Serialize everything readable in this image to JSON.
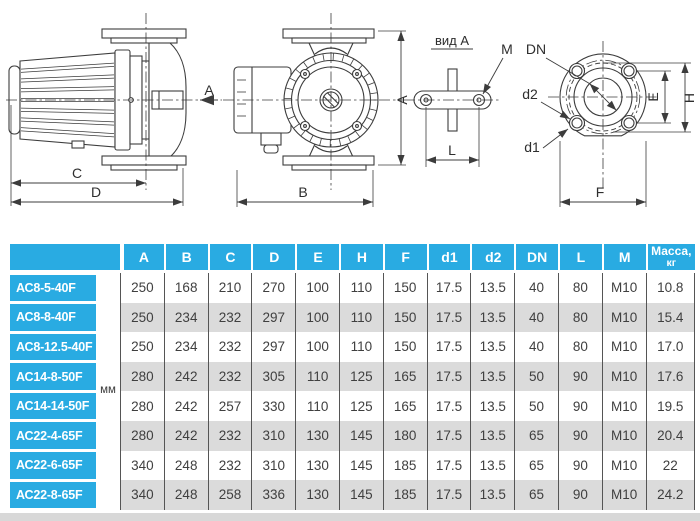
{
  "drawings": {
    "side_view": {
      "dim_c": "C",
      "dim_d": "D",
      "view_arrow": "A"
    },
    "front_view": {
      "dim_a": "A",
      "dim_b": "B"
    },
    "view_a": {
      "title": "вид A",
      "bolt_label": "M",
      "dim_l": "L"
    },
    "flange_view": {
      "bore_label": "DN",
      "hole_label_d2": "d2",
      "hole_label_d1": "d1",
      "dim_e": "E",
      "dim_h": "H",
      "dim_f": "F"
    }
  },
  "table": {
    "unit": "мм",
    "columns": [
      "A",
      "B",
      "C",
      "D",
      "E",
      "H",
      "F",
      "d1",
      "d2",
      "DN",
      "L",
      "M"
    ],
    "mass_column": {
      "line1": "Масса,",
      "line2": "кг"
    },
    "rows": [
      {
        "model": "АС8-5-40F",
        "values": [
          "250",
          "168",
          "210",
          "270",
          "100",
          "110",
          "150",
          "17.5",
          "13.5",
          "40",
          "80",
          "M10",
          "10.8"
        ]
      },
      {
        "model": "АС8-8-40F",
        "values": [
          "250",
          "234",
          "232",
          "297",
          "100",
          "110",
          "150",
          "17.5",
          "13.5",
          "40",
          "80",
          "M10",
          "15.4"
        ]
      },
      {
        "model": "АС8-12.5-40F",
        "values": [
          "250",
          "234",
          "232",
          "297",
          "100",
          "110",
          "150",
          "17.5",
          "13.5",
          "40",
          "80",
          "M10",
          "17.0"
        ]
      },
      {
        "model": "АС14-8-50F",
        "values": [
          "280",
          "242",
          "232",
          "305",
          "110",
          "125",
          "165",
          "17.5",
          "13.5",
          "50",
          "90",
          "M10",
          "17.6"
        ]
      },
      {
        "model": "АС14-14-50F",
        "values": [
          "280",
          "242",
          "257",
          "330",
          "110",
          "125",
          "165",
          "17.5",
          "13.5",
          "50",
          "90",
          "M10",
          "19.5"
        ]
      },
      {
        "model": "АС22-4-65F",
        "values": [
          "280",
          "242",
          "232",
          "310",
          "130",
          "145",
          "180",
          "17.5",
          "13.5",
          "65",
          "90",
          "M10",
          "20.4"
        ]
      },
      {
        "model": "АС22-6-65F",
        "values": [
          "340",
          "248",
          "232",
          "310",
          "130",
          "145",
          "185",
          "17.5",
          "13.5",
          "65",
          "90",
          "M10",
          "22"
        ]
      },
      {
        "model": "АС22-8-65F",
        "values": [
          "340",
          "248",
          "258",
          "336",
          "130",
          "145",
          "185",
          "17.5",
          "13.5",
          "65",
          "90",
          "M10",
          "24.2"
        ]
      }
    ]
  },
  "colors": {
    "accent": "#29abe2",
    "row_alt": "#dbdbdb",
    "ink": "#3c3c3c",
    "grid_line": "#555555"
  }
}
